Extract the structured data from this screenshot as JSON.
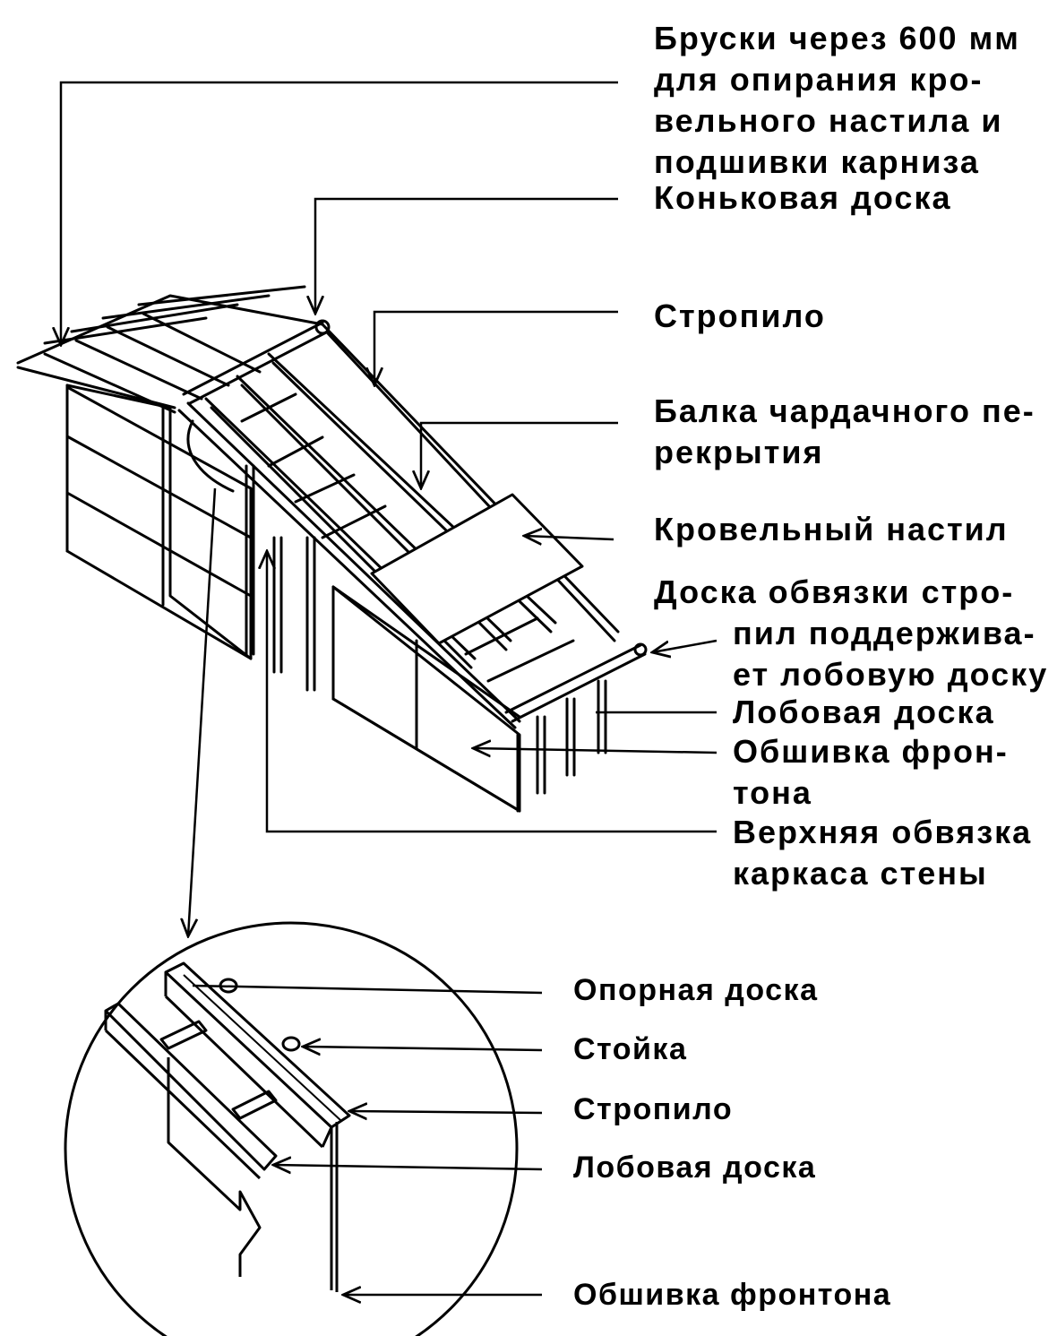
{
  "labels": {
    "battens": [
      "Бруски через 600 мм",
      "для опирания кро-",
      "вельного настила и",
      "подшивки карниза"
    ],
    "ridge_board": "Коньковая доска",
    "rafter": "Стропило",
    "ceiling_joist": [
      "Балка чардачного пе-",
      "рекрытия"
    ],
    "roof_sheathing": "Кровельный настил",
    "rafter_tie_board": [
      "Доска обвязки стро-",
      "пил поддержива-",
      "ет лобовую доску"
    ],
    "fascia_board": "Лобовая доска",
    "gable_sheathing": [
      "Обшивка фрон-",
      "тона"
    ],
    "top_plate": [
      "Верхняя обвязка",
      "каркаса стены"
    ]
  },
  "detail_labels": {
    "bearing_board": "Опорная доска",
    "stud": "Стойка",
    "rafter": "Стропило",
    "fascia_board": "Лобовая доска",
    "gable_sheathing": "Обшивка фронтона"
  },
  "colors": {
    "ink": "#000000",
    "paper": "#ffffff"
  }
}
